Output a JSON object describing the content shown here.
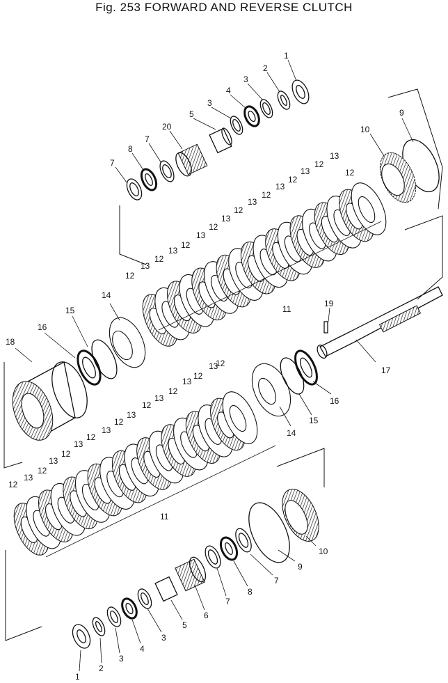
{
  "figure": {
    "title": "Fig. 253  FORWARD AND REVERSE CLUTCH"
  },
  "callouts": {
    "upper": {
      "p1": "1",
      "p2": "2",
      "p3a": "3",
      "p3b": "3",
      "p4": "4",
      "p5": "5",
      "p20": "20",
      "p7a": "7",
      "p7b": "7",
      "p8": "8",
      "p9": "9",
      "p10": "10",
      "p11": "11",
      "p12": "12",
      "p13": "13",
      "p14": "14",
      "p15": "15",
      "p16": "16",
      "p18": "18"
    },
    "shaft": {
      "p17": "17",
      "p19": "19"
    },
    "lower": {
      "p14": "14",
      "p15": "15",
      "p16": "16",
      "p11": "11",
      "p12": "12",
      "p13": "13",
      "p10": "10",
      "p9": "9",
      "p8": "8",
      "p7a": "7",
      "p7b": "7",
      "p6": "6",
      "p5": "5",
      "p4": "4",
      "p3a": "3",
      "p3b": "3",
      "p2": "2",
      "p1": "1"
    }
  }
}
